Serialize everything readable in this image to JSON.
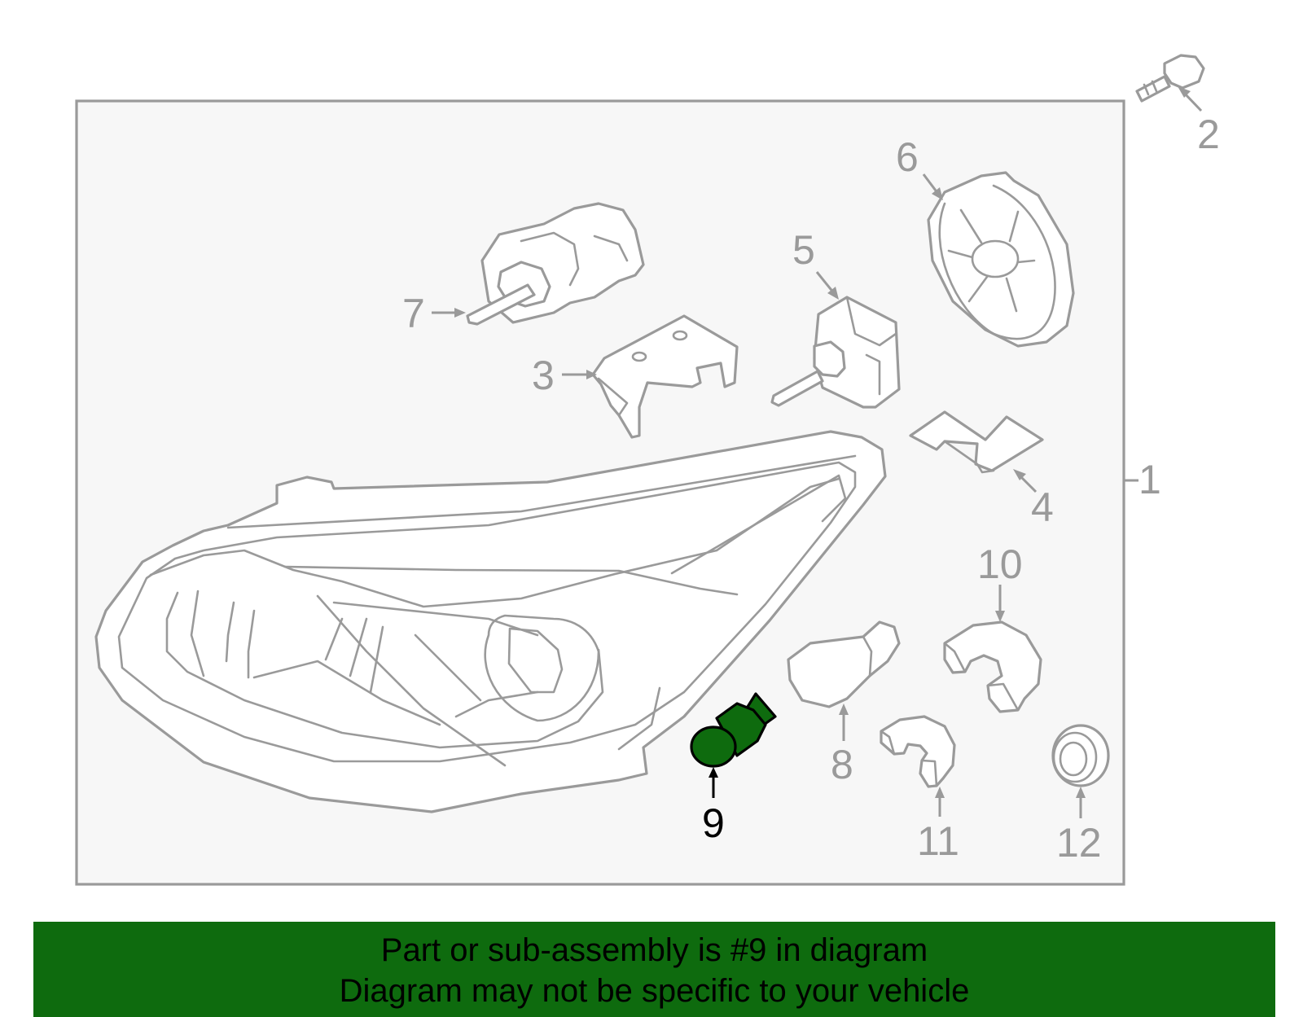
{
  "diagram": {
    "callouts": [
      "1",
      "2",
      "3",
      "4",
      "5",
      "6",
      "7",
      "8",
      "9",
      "10",
      "11",
      "12"
    ],
    "highlighted_part": "9"
  },
  "banner": {
    "line1": "Part or sub-assembly is #9 in diagram",
    "line2": "Diagram may not be specific to your vehicle"
  },
  "colors": {
    "banner_bg": "#0e6b0e",
    "highlight_fill": "#0e6b0e",
    "panel_bg": "#f7f7f7",
    "line_gray": "#9a9a9a"
  }
}
